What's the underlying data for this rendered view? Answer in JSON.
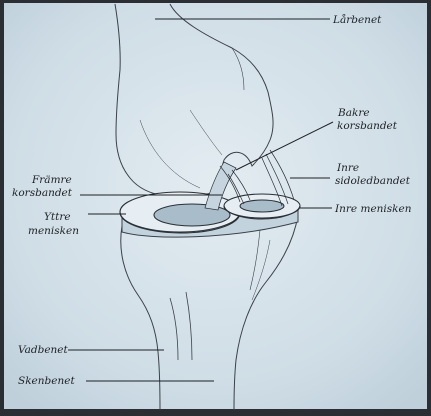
{
  "labels": {
    "femur": "Lårbenet",
    "posterior_cruciate_1": "Bakre",
    "posterior_cruciate_2": "korsbandet",
    "medial_collateral_1": "Inre",
    "medial_collateral_2": "sidoledbandet",
    "medial_meniscus": "Inre menisken",
    "anterior_cruciate_1": "Främre",
    "anterior_cruciate_2": "korsbandet",
    "lateral_meniscus_1": "Yttre",
    "lateral_meniscus_2": "menisken",
    "fibula": "Vadbenet",
    "tibia": "Skenbenet"
  },
  "colors": {
    "paper": "#cfdde6",
    "paper_light": "#dde8ee",
    "ink": "#2a3036",
    "frame": "#2b2f33"
  }
}
